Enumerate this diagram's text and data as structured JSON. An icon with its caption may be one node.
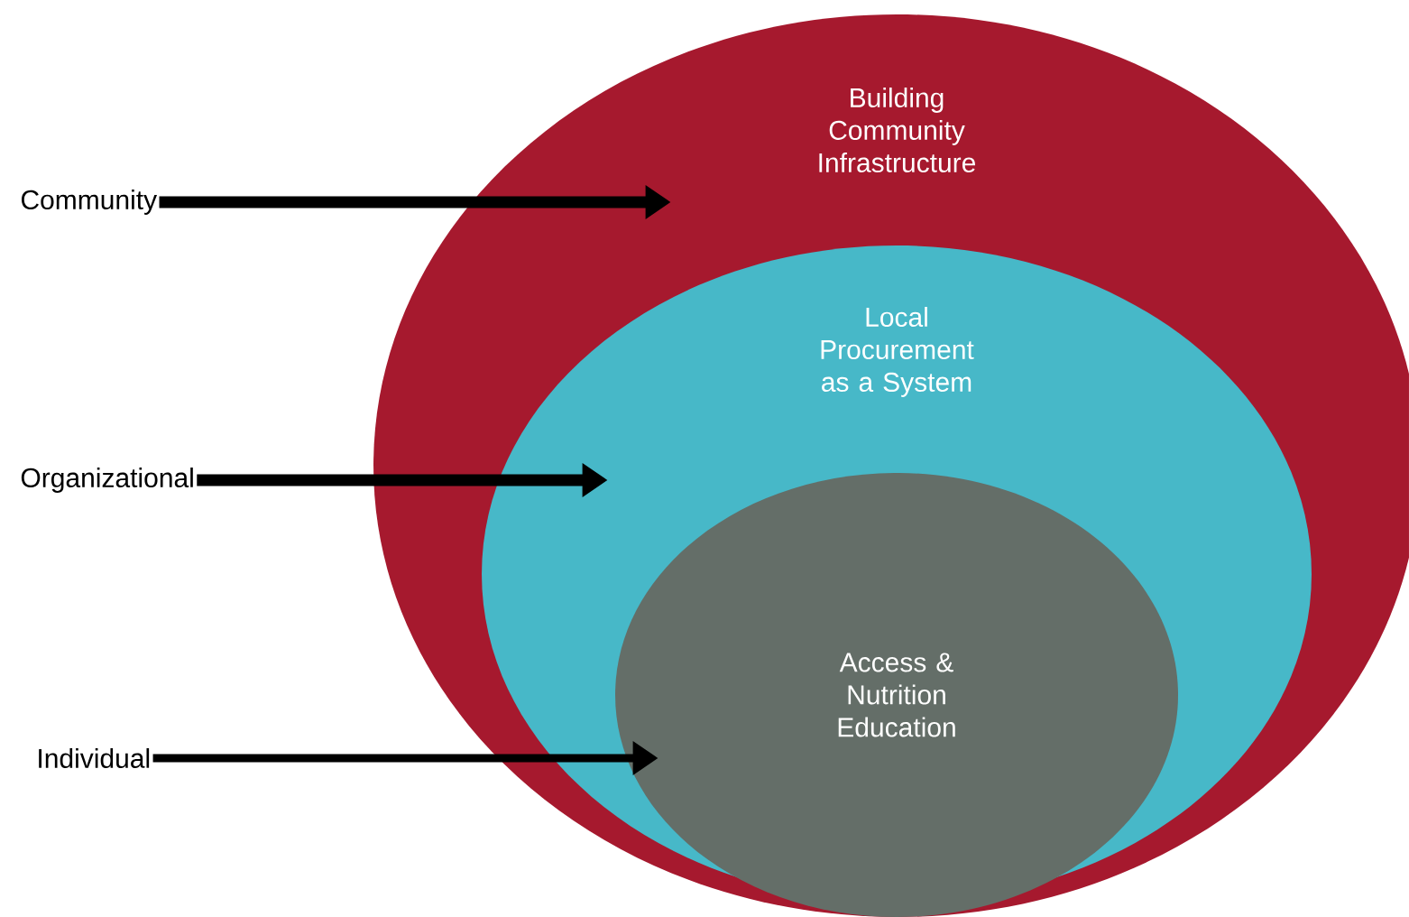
{
  "diagram": {
    "nodes": [
      {
        "text": [
          "Building Community Infrastructure"
        ]
      },
      {
        "text": [
          "Local Procurement as a System"
        ],
        "in": 0
      },
      {
        "text": [
          "Access & Nutrition Education"
        ],
        "in": 1
      },
      {
        "text": [
          "Community"
        ]
      },
      {
        "text": [
          "Organizational"
        ]
      },
      {
        "text": [
          "Individual"
        ]
      }
    ],
    "edges": [
      {
        "from": 3,
        "to": 0,
        "arrow": "to"
      },
      {
        "from": 4,
        "to": 1,
        "arrow": "to"
      },
      {
        "from": 5,
        "to": 2,
        "arrow": "to"
      }
    ]
  }
}
